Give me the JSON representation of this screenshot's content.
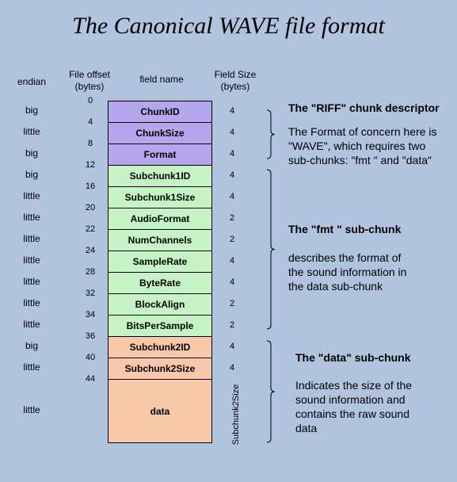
{
  "title": "The Canonical WAVE file format",
  "headers": {
    "endian": "endian",
    "offset_line1": "File offset",
    "offset_line2": "(bytes)",
    "field_name": "field name",
    "size_line1": "Field Size",
    "size_line2": "(bytes)"
  },
  "fields": [
    {
      "name": "ChunkID",
      "endian": "big",
      "offset": 0,
      "size": 4,
      "group": "riff"
    },
    {
      "name": "ChunkSize",
      "endian": "little",
      "offset": 4,
      "size": 4,
      "group": "riff"
    },
    {
      "name": "Format",
      "endian": "big",
      "offset": 8,
      "size": 4,
      "group": "riff"
    },
    {
      "name": "Subchunk1ID",
      "endian": "big",
      "offset": 12,
      "size": 4,
      "group": "fmt"
    },
    {
      "name": "Subchunk1Size",
      "endian": "little",
      "offset": 16,
      "size": 4,
      "group": "fmt"
    },
    {
      "name": "AudioFormat",
      "endian": "little",
      "offset": 20,
      "size": 2,
      "group": "fmt"
    },
    {
      "name": "NumChannels",
      "endian": "little",
      "offset": 22,
      "size": 2,
      "group": "fmt"
    },
    {
      "name": "SampleRate",
      "endian": "little",
      "offset": 24,
      "size": 4,
      "group": "fmt"
    },
    {
      "name": "ByteRate",
      "endian": "little",
      "offset": 28,
      "size": 4,
      "group": "fmt"
    },
    {
      "name": "BlockAlign",
      "endian": "little",
      "offset": 32,
      "size": 2,
      "group": "fmt"
    },
    {
      "name": "BitsPerSample",
      "endian": "little",
      "offset": 34,
      "size": 2,
      "group": "fmt"
    },
    {
      "name": "Subchunk2ID",
      "endian": "big",
      "offset": 36,
      "size": 4,
      "group": "data"
    },
    {
      "name": "Subchunk2Size",
      "endian": "little",
      "offset": 40,
      "size": 4,
      "group": "data"
    },
    {
      "name": "data",
      "endian": "little",
      "offset": 44,
      "size": "Subchunk2Size",
      "group": "data"
    }
  ],
  "descriptions": {
    "riff": {
      "title": "The \"RIFF\" chunk descriptor",
      "lines": [
        "The Format of concern here is",
        "\"WAVE\", which requires two",
        "sub-chunks: \"fmt \" and \"data\""
      ]
    },
    "fmt": {
      "title": "The \"fmt \" sub-chunk",
      "lines": [
        "describes the format of",
        "the sound information in",
        "the data sub-chunk"
      ]
    },
    "data": {
      "title": "The \"data\" sub-chunk",
      "lines": [
        "Indicates the size of the",
        "sound information and",
        "contains the raw sound",
        "data"
      ]
    }
  },
  "colors": {
    "background": "#b0c4de",
    "riff": "#b5a6ee",
    "fmt": "#c4f4c4",
    "data": "#f8c8a8"
  }
}
